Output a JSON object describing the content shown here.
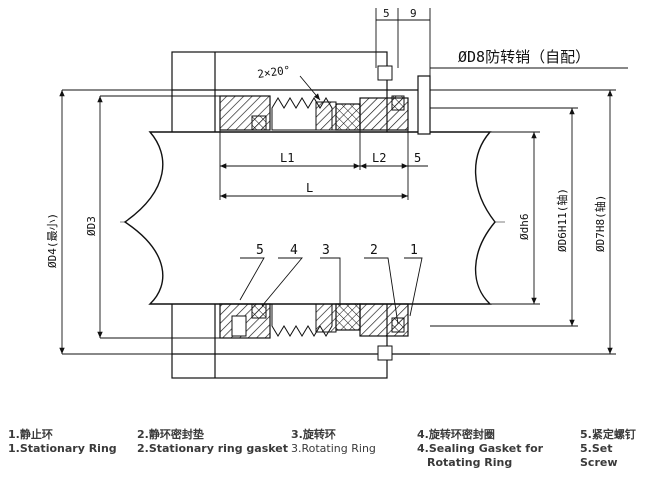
{
  "drawing": {
    "labels": {
      "pin": "ØD8防转销（自配）",
      "angle": "2×20°",
      "dim_top_1": "5",
      "dim_top_2": "9",
      "L1": "L1",
      "L2": "L2",
      "five": "5",
      "L": "L",
      "D4": "ØD4(最小)",
      "D3": "ØD3",
      "dh6": "Ødh6",
      "D6": "ØD6H11(轴)",
      "D7": "ØD7H8(轴)"
    },
    "callouts": [
      "5",
      "4",
      "3",
      "2",
      "1"
    ]
  },
  "legend": [
    {
      "cn": "1.静止环",
      "en": "1.Stationary Ring"
    },
    {
      "cn": "2.静环密封垫",
      "en": "2.Stationary ring gasket"
    },
    {
      "cn": "3.旋转环",
      "en": "3.Rotating Ring"
    },
    {
      "cn": "4.旋转环密封圈",
      "en": "4.Sealing Gasket for",
      "en2": "Rotating Ring"
    },
    {
      "cn": "5.紧定螺钉",
      "en": "5.Set Screw"
    }
  ]
}
